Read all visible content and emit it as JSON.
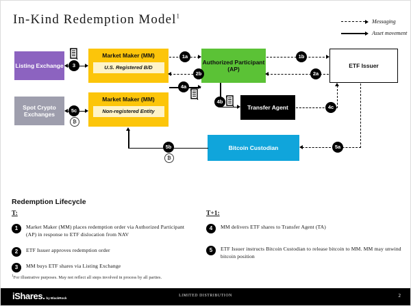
{
  "slide": {
    "title": "In-Kind Redemption Model",
    "title_superscript": "1",
    "footnote_marker": "1",
    "footnote": "For illustrative purposes. May not reflect all steps involved in process by all parties."
  },
  "legend": {
    "items": [
      {
        "label": "Messaging",
        "style": "dashed",
        "icon": "dashed-arrow-icon"
      },
      {
        "label": "Asset movement",
        "style": "solid",
        "icon": "solid-arrow-icon"
      }
    ]
  },
  "diagram": {
    "nodes": [
      {
        "id": "listing-exchange",
        "label": "Listing Exchange",
        "color": "#8C63C0"
      },
      {
        "id": "spot-crypto-exchanges",
        "label": "Spot Crypto Exchanges",
        "color": "#9E9EAD"
      },
      {
        "id": "market-maker-bd",
        "label": "Market Maker (MM)",
        "sublabel": "U.S. Registered B/D",
        "color": "#FCC50A"
      },
      {
        "id": "market-maker-nonreg",
        "label": "Market Maker (MM)",
        "sublabel": "Non-registered Entity",
        "color": "#FCC50A"
      },
      {
        "id": "authorized-participant",
        "label": "Authorized Participant (AP)",
        "color": "#5BC236"
      },
      {
        "id": "etf-issuer",
        "label": "ETF Issuer",
        "color": "#FFFFFF"
      },
      {
        "id": "transfer-agent",
        "label": "Transfer Agent",
        "color": "#000000"
      },
      {
        "id": "bitcoin-custodian",
        "label": "Bitcoin Custodian",
        "color": "#10A5DB"
      }
    ],
    "step_markers": [
      {
        "id": "1a",
        "label": "1a"
      },
      {
        "id": "1b",
        "label": "1b"
      },
      {
        "id": "2a",
        "label": "2a"
      },
      {
        "id": "2b",
        "label": "2b"
      },
      {
        "id": "3",
        "label": "3"
      },
      {
        "id": "4a",
        "label": "4a"
      },
      {
        "id": "4b",
        "label": "4b"
      },
      {
        "id": "4c",
        "label": "4c"
      },
      {
        "id": "5a",
        "label": "5a"
      },
      {
        "id": "5b",
        "label": "5b"
      },
      {
        "id": "5c",
        "label": "5c"
      }
    ],
    "bitcoin_markers": [
      {
        "id": "btc-5b",
        "label": "₿"
      },
      {
        "id": "btc-5c",
        "label": "₿"
      }
    ]
  },
  "lifecycle": {
    "heading": "Redemption Lifecycle",
    "columns": [
      {
        "heading": "T:",
        "steps": [
          {
            "num": "1",
            "text": "Market Maker (MM) places redemption order via Authorized Participant (AP) in response to ETF dislocation from NAV"
          },
          {
            "num": "2",
            "text": "ETF Issuer approves redemption order"
          },
          {
            "num": "3",
            "text": "MM buys ETF shares via Listing Exchange"
          }
        ]
      },
      {
        "heading": "T+1:",
        "steps": [
          {
            "num": "4",
            "text": "MM delivers ETF shares to Transfer Agent (TA)"
          },
          {
            "num": "5",
            "text": "ETF Issuer instructs Bitcoin Custodian to release bitcoin to MM. MM may unwind bitcoin position"
          }
        ]
      }
    ]
  },
  "footer": {
    "brand": "iShares",
    "brand_dot": ".",
    "brand_sub": "by BlackRock",
    "center_text": "LIMITED DISTRIBUTION",
    "page_number": "2"
  },
  "colors": {
    "purple": "#8C63C0",
    "grey": "#9E9EAD",
    "yellow": "#FCC50A",
    "yellow_light": "#FEF3C8",
    "green": "#5BC236",
    "blue": "#10A5DB",
    "black": "#000000"
  }
}
